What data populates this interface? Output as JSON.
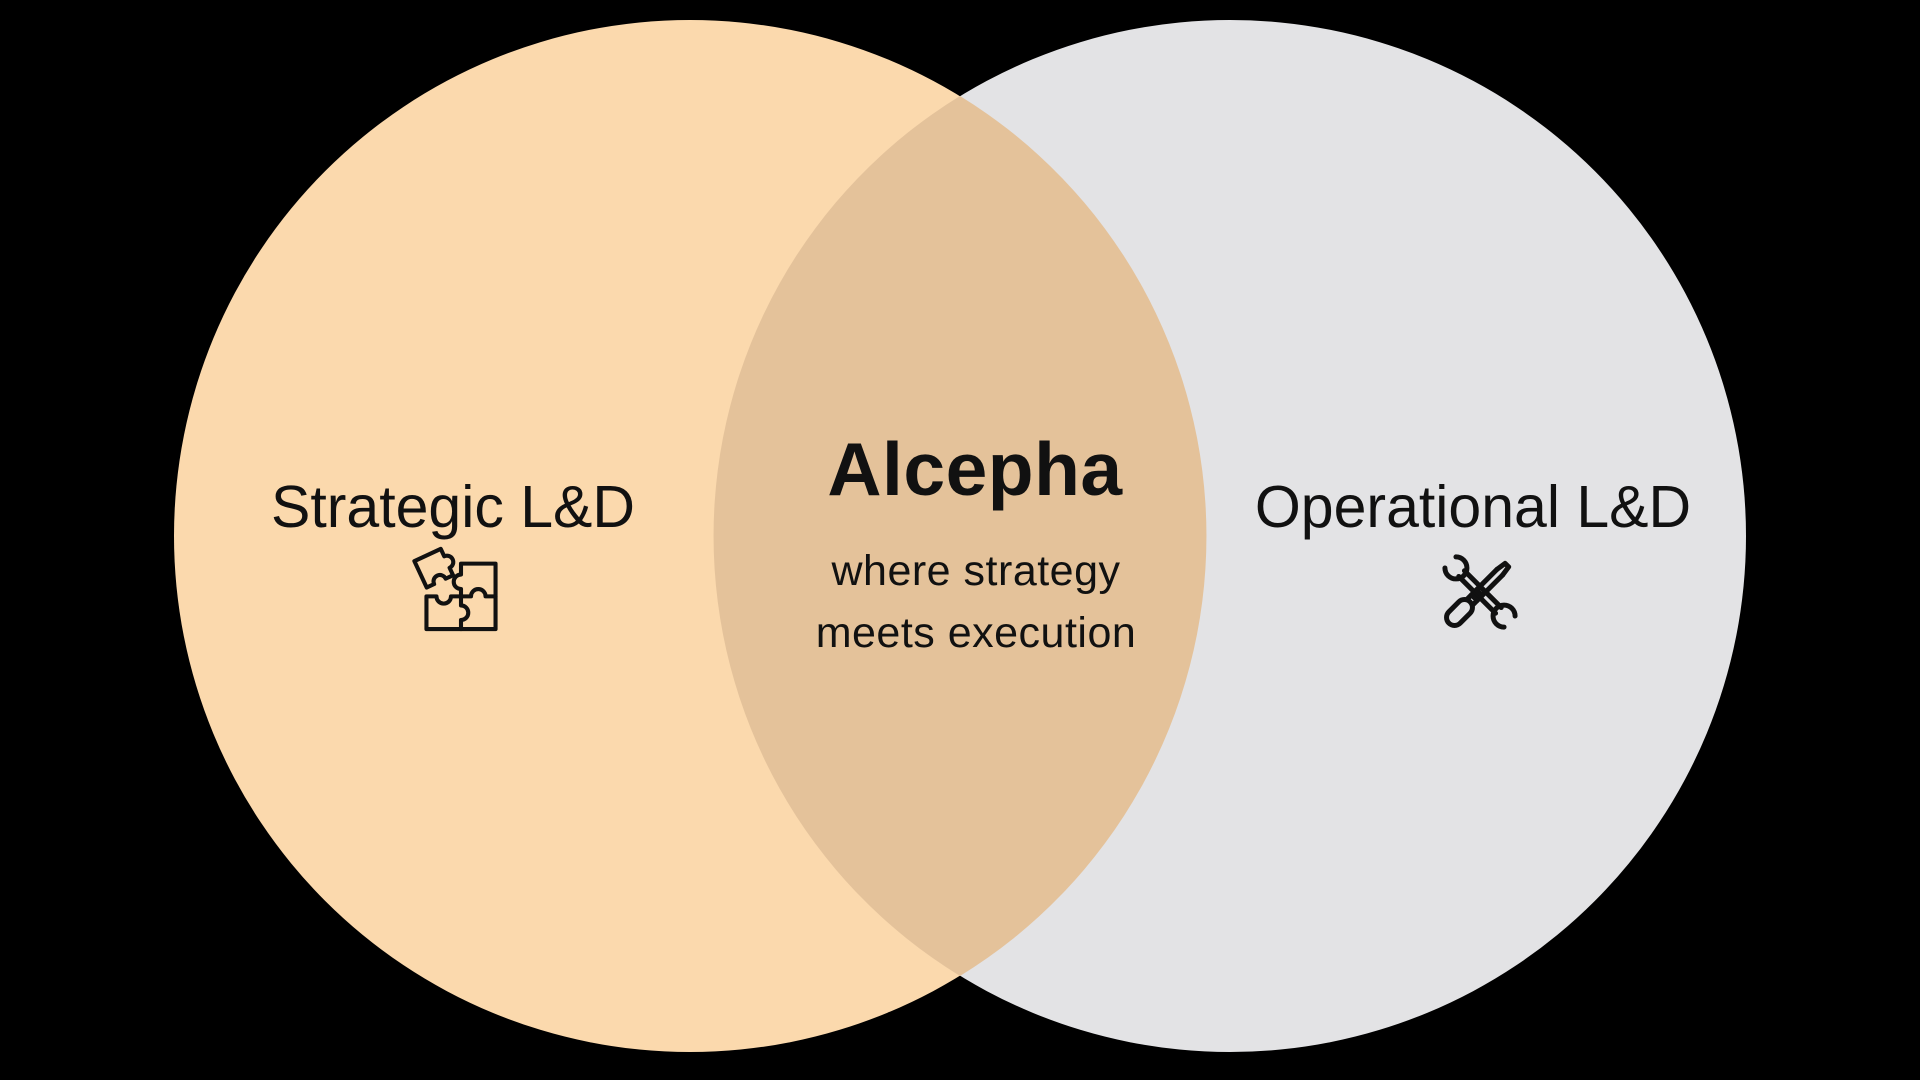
{
  "diagram": {
    "type": "venn",
    "background_color": "#000000",
    "text_color": "#111111",
    "left_circle": {
      "label": "Strategic L&D",
      "icon": "puzzle-icon",
      "color": "#FBD9AD"
    },
    "right_circle": {
      "label": "Operational L&D",
      "icon": "tools-icon",
      "color": "#E3E3E5"
    },
    "overlap": {
      "title": "Alcepha",
      "subtitle_line1": "where strategy",
      "subtitle_line2": "meets execution",
      "color": "#E4C29A"
    }
  }
}
